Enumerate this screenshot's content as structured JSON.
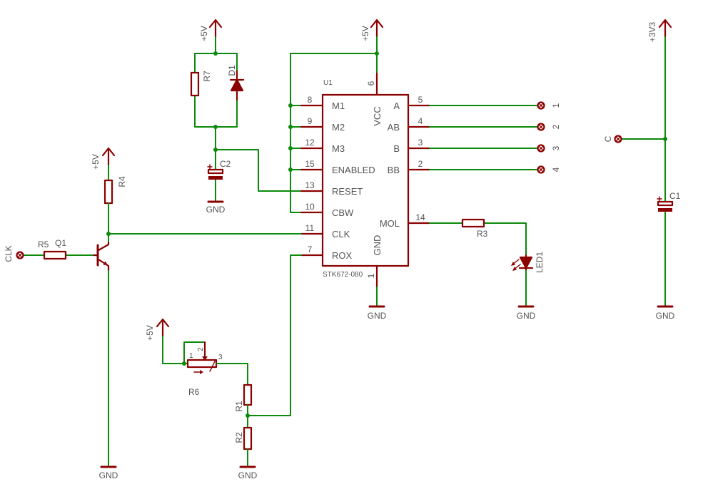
{
  "colors": {
    "wire": "#0b8a0b",
    "symbol": "#8b0000",
    "text": "#555555",
    "background": "#ffffff"
  },
  "supplies": {
    "r7_d1": "+5V",
    "u1": "+5V",
    "c1": "+3V3",
    "r4": "+5V",
    "r6": "+5V"
  },
  "grounds": {
    "c2": "GND",
    "u1": "GND",
    "led1": "GND",
    "c1": "GND",
    "q1": "GND",
    "r2": "GND"
  },
  "components": {
    "r7": "R7",
    "d1": "D1",
    "c2": "C2",
    "r4": "R4",
    "r5": "R5",
    "q1": "Q1",
    "r3": "R3",
    "led1": "LED1",
    "c1": "C1",
    "r6": "R6",
    "r1": "R1",
    "r2": "R2"
  },
  "u1": {
    "name": "U1",
    "value": "STK672-080",
    "pins_left": [
      {
        "num": "8",
        "name": "M1"
      },
      {
        "num": "9",
        "name": "M2"
      },
      {
        "num": "12",
        "name": "M3"
      },
      {
        "num": "15",
        "name": "ENABLED"
      },
      {
        "num": "13",
        "name": "RESET"
      },
      {
        "num": "10",
        "name": "CBW"
      },
      {
        "num": "11",
        "name": "CLK"
      },
      {
        "num": "7",
        "name": "ROX"
      }
    ],
    "pins_right": [
      {
        "num": "5",
        "name": "A"
      },
      {
        "num": "4",
        "name": "AB"
      },
      {
        "num": "3",
        "name": "B"
      },
      {
        "num": "2",
        "name": "BB"
      },
      {
        "num": "14",
        "name": "MOL"
      }
    ],
    "pin_top": {
      "num": "6",
      "name": "VCC"
    },
    "pin_bottom": {
      "num": "1",
      "name": "GND"
    }
  },
  "connectors": {
    "outputs": [
      "1",
      "2",
      "3",
      "4"
    ],
    "clk": "CLK",
    "c": "C"
  },
  "r6_pins": [
    "1",
    "2",
    "3"
  ]
}
